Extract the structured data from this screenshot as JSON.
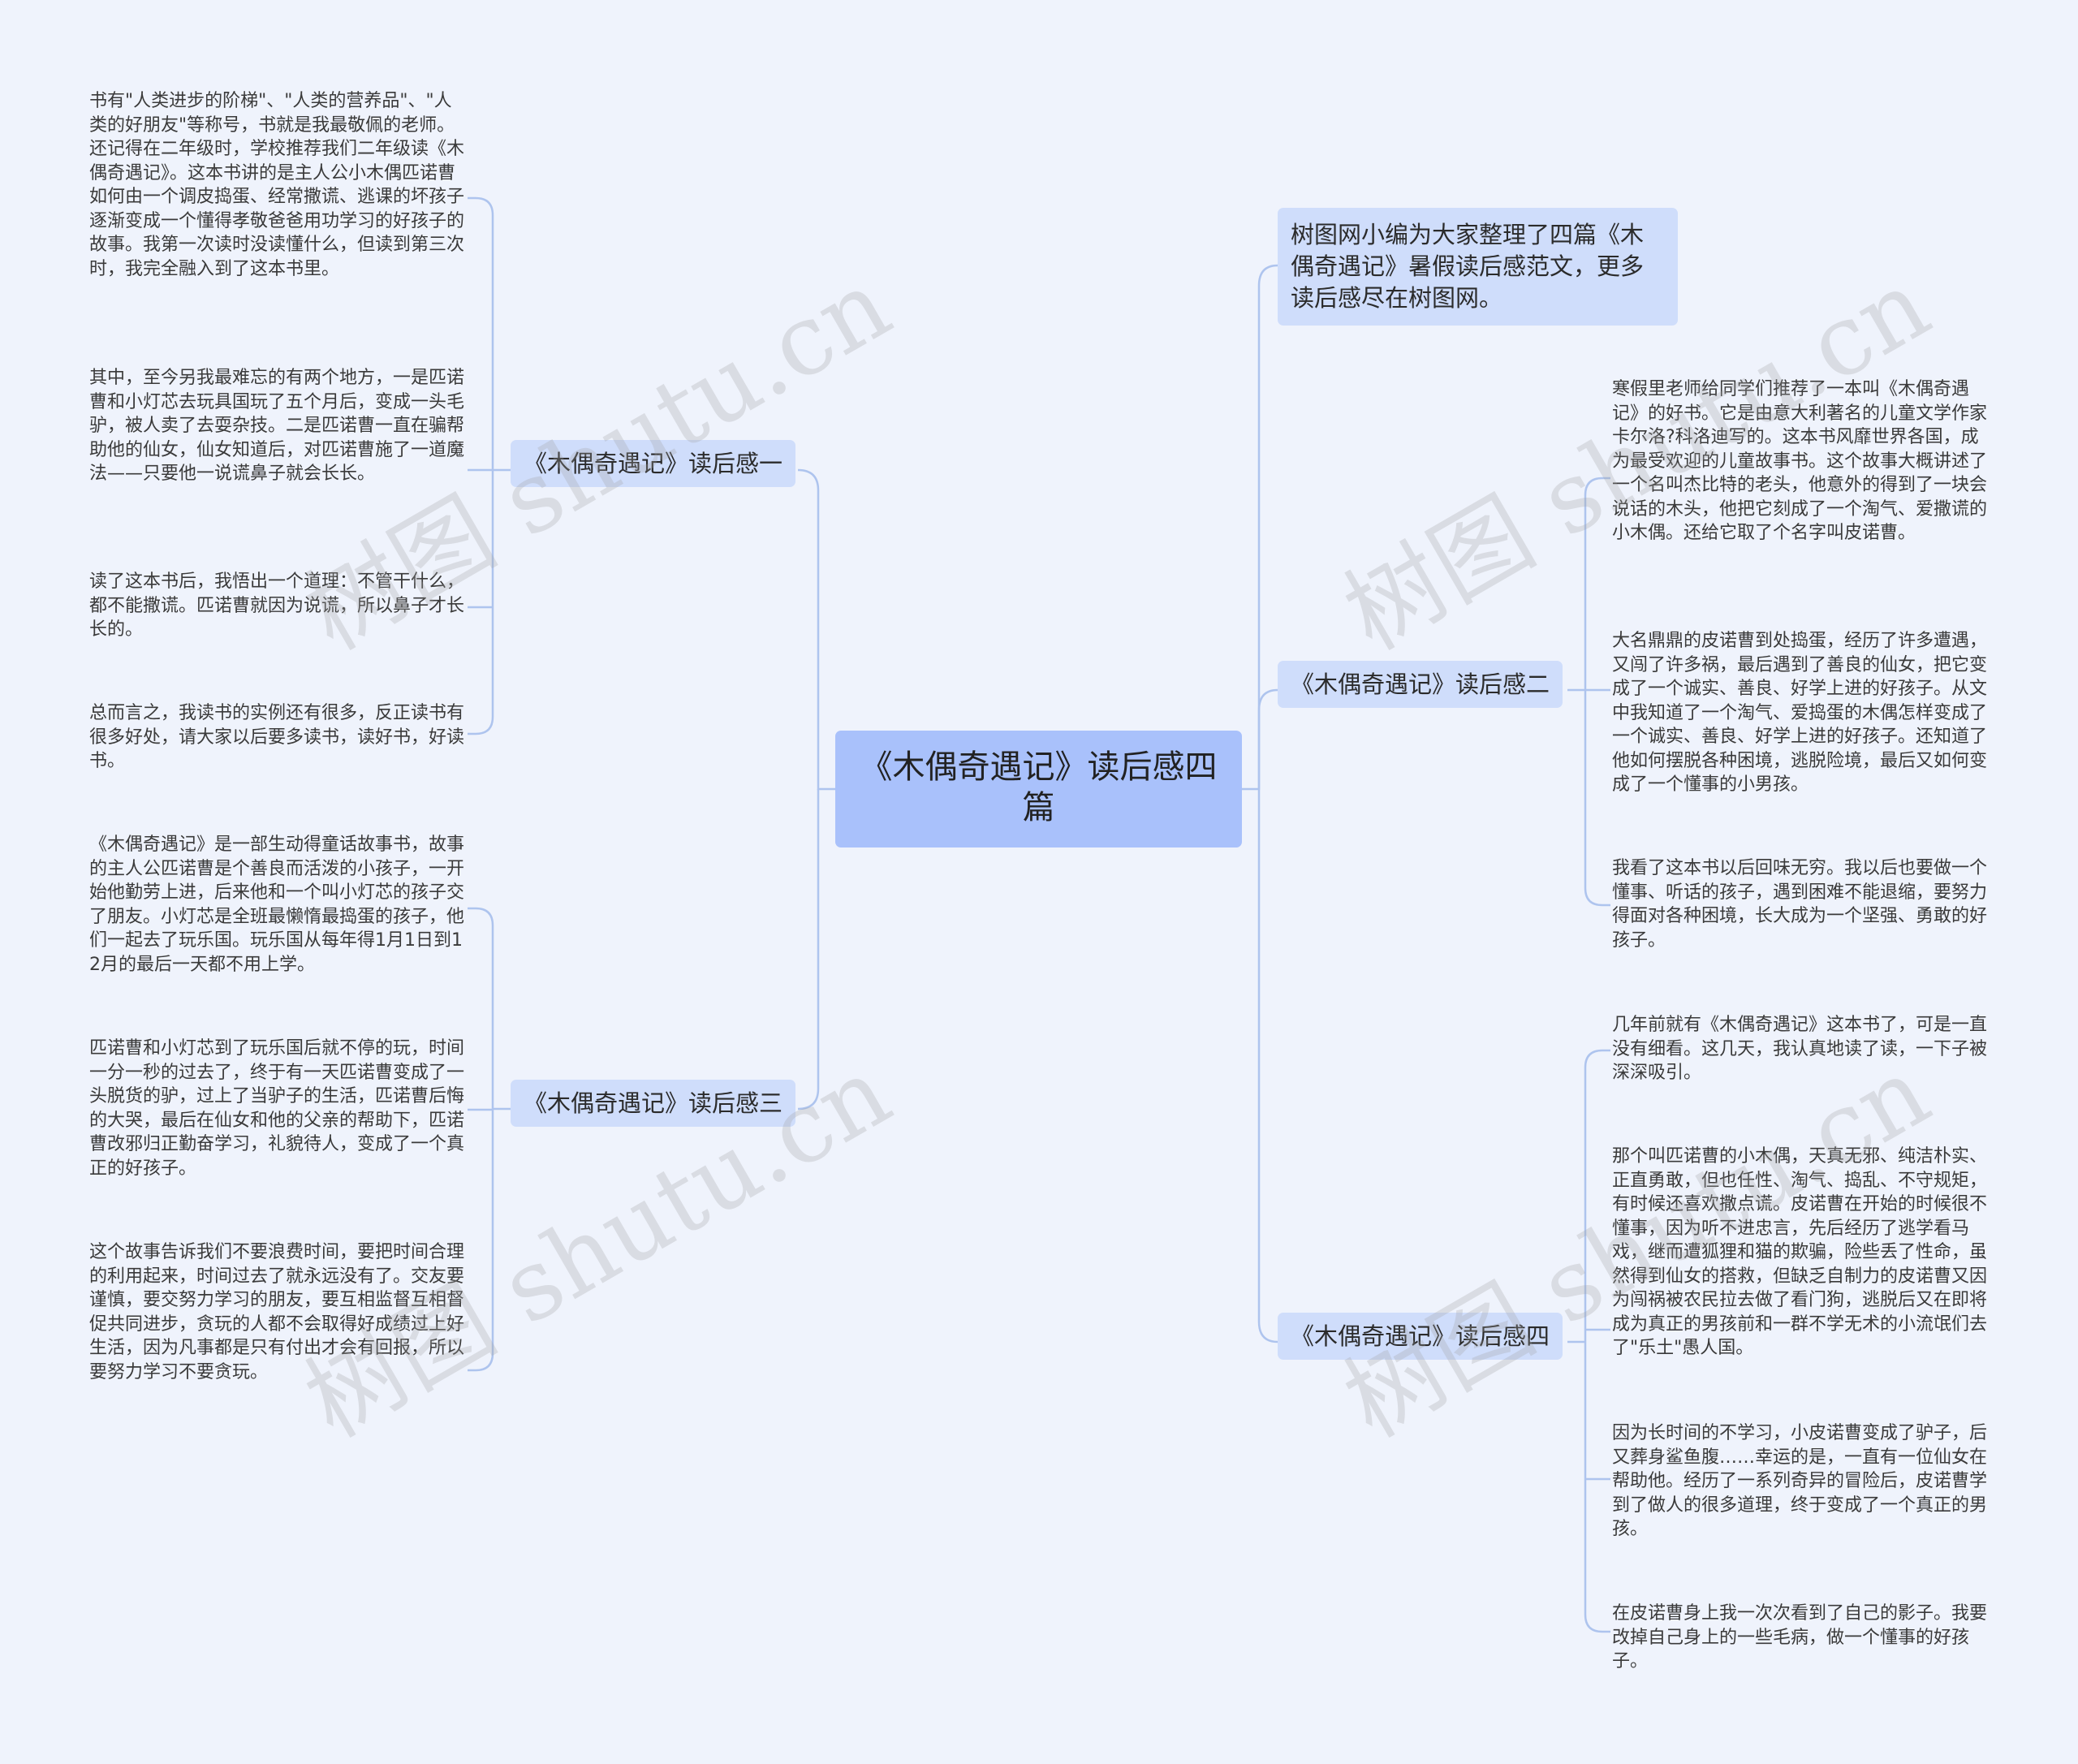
{
  "center": "《木偶奇遇记》读后感四篇",
  "intro": "树图网小编为大家整理了四篇《木偶奇遇记》暑假读后感范文，更多读后感尽在树图网。",
  "branches": {
    "b1": {
      "label": "《木偶奇遇记》读后感一",
      "leaves": [
        "书有\"人类进步的阶梯\"、\"人类的营养品\"、\"人类的好朋友\"等称号，书就是我最敬佩的老师。还记得在二年级时，学校推荐我们二年级读《木偶奇遇记》。这本书讲的是主人公小木偶匹诺曹如何由一个调皮捣蛋、经常撒谎、逃课的坏孩子逐渐变成一个懂得孝敬爸爸用功学习的好孩子的故事。我第一次读时没读懂什么，但读到第三次时，我完全融入到了这本书里。",
        "其中，至今另我最难忘的有两个地方，一是匹诺曹和小灯芯去玩具国玩了五个月后，变成一头毛驴，被人卖了去耍杂技。二是匹诺曹一直在骗帮助他的仙女，仙女知道后，对匹诺曹施了一道魔法——只要他一说谎鼻子就会长长。",
        "读了这本书后，我悟出一个道理：不管干什么，都不能撒谎。匹诺曹就因为说谎，所以鼻子才长长的。",
        "总而言之，我读书的实例还有很多，反正读书有很多好处，请大家以后要多读书，读好书，好读书。"
      ]
    },
    "b2": {
      "label": "《木偶奇遇记》读后感二",
      "leaves": [
        "寒假里老师给同学们推荐了一本叫《木偶奇遇记》的好书。它是由意大利著名的儿童文学作家卡尔洛?科洛迪写的。这本书风靡世界各国，成为最受欢迎的儿童故事书。这个故事大概讲述了一个名叫杰比特的老头，他意外的得到了一块会说话的木头，他把它刻成了一个淘气、爱撒谎的小木偶。还给它取了个名字叫皮诺曹。",
        "大名鼎鼎的皮诺曹到处捣蛋，经历了许多遭遇，又闯了许多祸，最后遇到了善良的仙女，把它变成了一个诚实、善良、好学上进的好孩子。从文中我知道了一个淘气、爱捣蛋的木偶怎样变成了一个诚实、善良、好学上进的好孩子。还知道了他如何摆脱各种困境，逃脱险境，最后又如何变成了一个懂事的小男孩。",
        "我看了这本书以后回味无穷。我以后也要做一个懂事、听话的孩子，遇到困难不能退缩，要努力得面对各种困境，长大成为一个坚强、勇敢的好孩子。"
      ]
    },
    "b3": {
      "label": "《木偶奇遇记》读后感三",
      "leaves": [
        "《木偶奇遇记》是一部生动得童话故事书，故事的主人公匹诺曹是个善良而活泼的小孩子，一开始他勤劳上进，后来他和一个叫小灯芯的孩子交了朋友。小灯芯是全班最懒惰最捣蛋的孩子，他们一起去了玩乐国。玩乐国从每年得1月1日到12月的最后一天都不用上学。",
        "匹诺曹和小灯芯到了玩乐国后就不停的玩，时间一分一秒的过去了，终于有一天匹诺曹变成了一头脱货的驴，过上了当驴子的生活，匹诺曹后悔的大哭，最后在仙女和他的父亲的帮助下，匹诺曹改邪归正勤奋学习，礼貌待人，变成了一个真正的好孩子。",
        "这个故事告诉我们不要浪费时间，要把时间合理的利用起来，时间过去了就永远没有了。交友要谨慎，要交努力学习的朋友，要互相监督互相督促共同进步，贪玩的人都不会取得好成绩过上好生活，因为凡事都是只有付出才会有回报，所以要努力学习不要贪玩。"
      ]
    },
    "b4": {
      "label": "《木偶奇遇记》读后感四",
      "leaves": [
        "几年前就有《木偶奇遇记》这本书了，可是一直没有细看。这几天，我认真地读了读，一下子被深深吸引。",
        "那个叫匹诺曹的小木偶，天真无邪、纯洁朴实、正直勇敢，但也任性、淘气、捣乱、不守规矩，有时候还喜欢撒点谎。皮诺曹在开始的时候很不懂事，因为听不进忠言，先后经历了逃学看马戏，继而遭狐狸和猫的欺骗，险些丢了性命，虽然得到仙女的搭救，但缺乏自制力的皮诺曹又因为闯祸被农民拉去做了看门狗，逃脱后又在即将成为真正的男孩前和一群不学无术的小流氓们去了\"乐土\"愚人国。",
        "因为长时间的不学习，小皮诺曹变成了驴子，后又葬身鲨鱼腹……幸运的是，一直有一位仙女在帮助他。经历了一系列奇异的冒险后，皮诺曹学到了做人的很多道理，终于变成了一个真正的男孩。",
        "在皮诺曹身上我一次次看到了自己的影子。我要改掉自己身上的一些毛病，做一个懂事的好孩子。"
      ]
    }
  },
  "watermark": "树图 shutu.cn",
  "colors": {
    "background": "#eff3fc",
    "center": "#a9c1fb",
    "branch": "#cfddfb",
    "line": "#aec4ee"
  }
}
